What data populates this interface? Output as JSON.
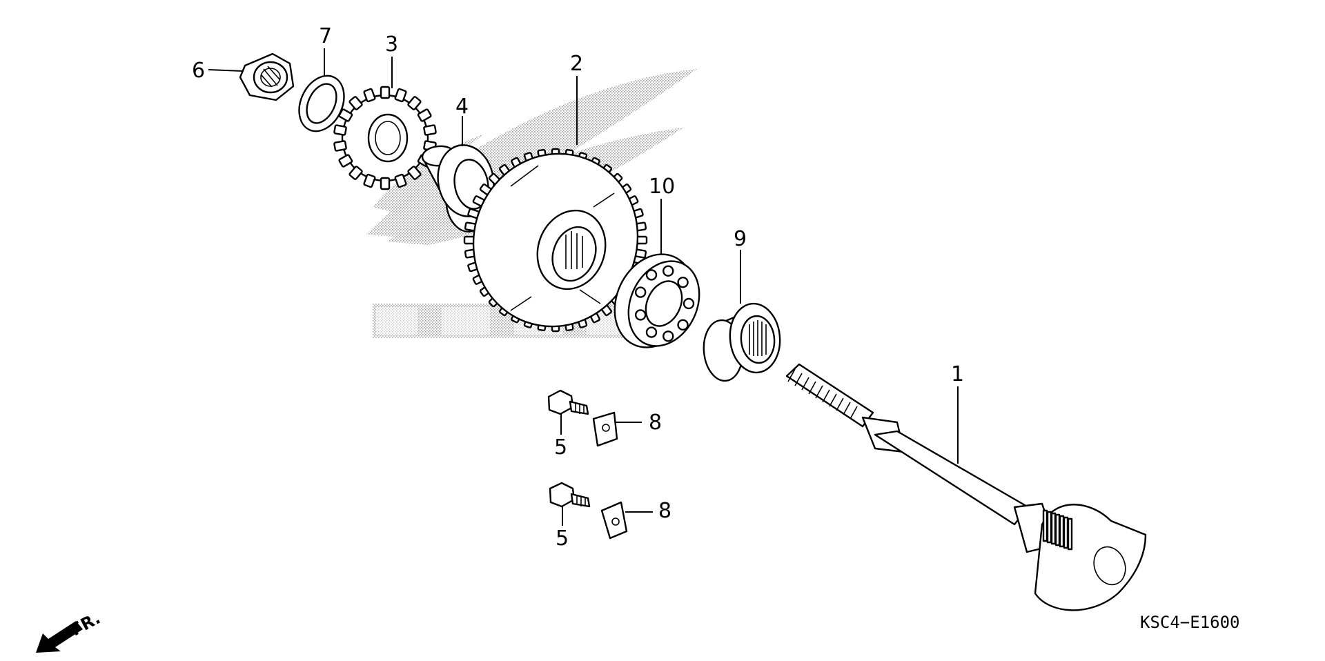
{
  "diagram": {
    "parts": [
      {
        "id": "shaft",
        "number": "1"
      },
      {
        "id": "large-gear",
        "number": "2"
      },
      {
        "id": "small-gear",
        "number": "3"
      },
      {
        "id": "collar",
        "number": "4"
      },
      {
        "id": "bolt-upper",
        "number": "5"
      },
      {
        "id": "bolt-lower",
        "number": "5"
      },
      {
        "id": "nut",
        "number": "6"
      },
      {
        "id": "washer",
        "number": "7"
      },
      {
        "id": "plate-upper",
        "number": "8"
      },
      {
        "id": "plate-lower",
        "number": "8"
      },
      {
        "id": "needle-bearing",
        "number": "9"
      },
      {
        "id": "ball-bearing",
        "number": "10"
      }
    ],
    "front_arrow_label": "FR.",
    "diagram_code": "KSC4−E1600"
  },
  "colors": {
    "ink": "#000000",
    "watermark": "#9a9a9a",
    "background": "#ffffff"
  }
}
